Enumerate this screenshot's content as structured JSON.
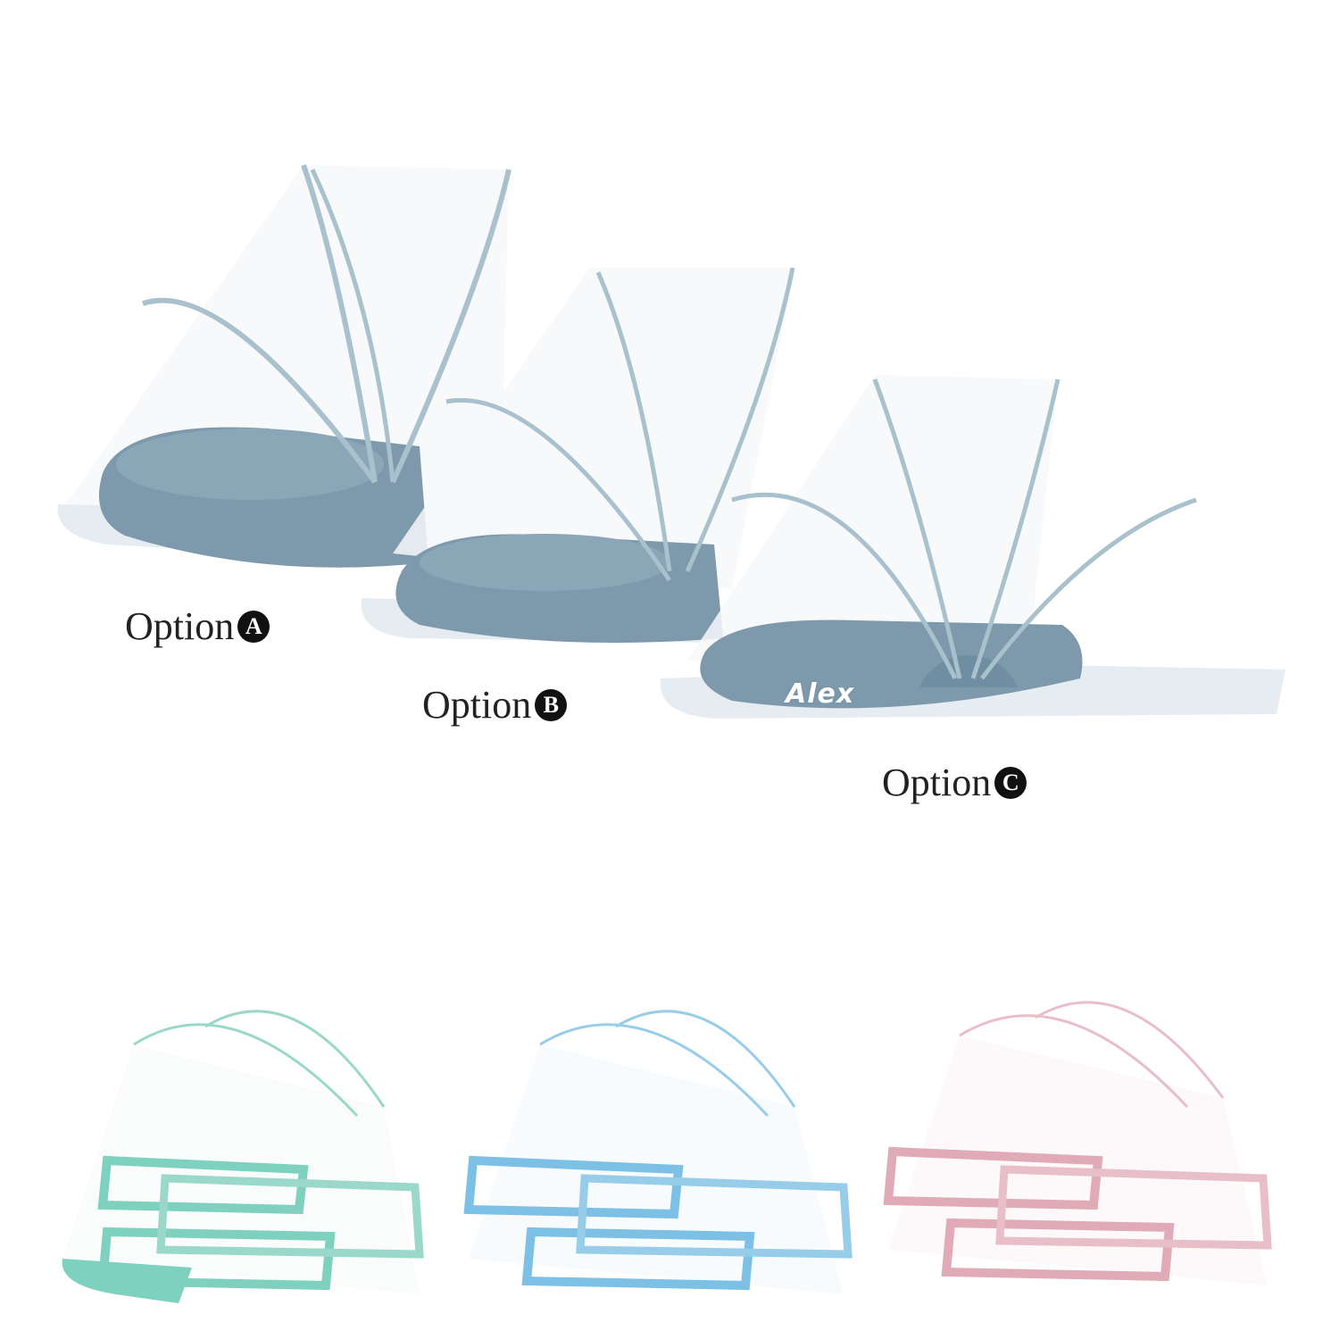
{
  "options": [
    {
      "prefix": "Option",
      "letter": "A"
    },
    {
      "prefix": "Option",
      "letter": "B"
    },
    {
      "prefix": "Option",
      "letter": "C"
    }
  ],
  "personalization": {
    "name": "Alex"
  },
  "colors": {
    "base_gray_blue": "#7d99ab",
    "base_light": "#e4ecf1",
    "net": "#f3f6f8",
    "rib": "#a9c0cd",
    "variant_mint": "#7fd1bf",
    "variant_sky": "#7cc0e6",
    "variant_pink": "#e0aab6",
    "label_text": "#222222"
  }
}
